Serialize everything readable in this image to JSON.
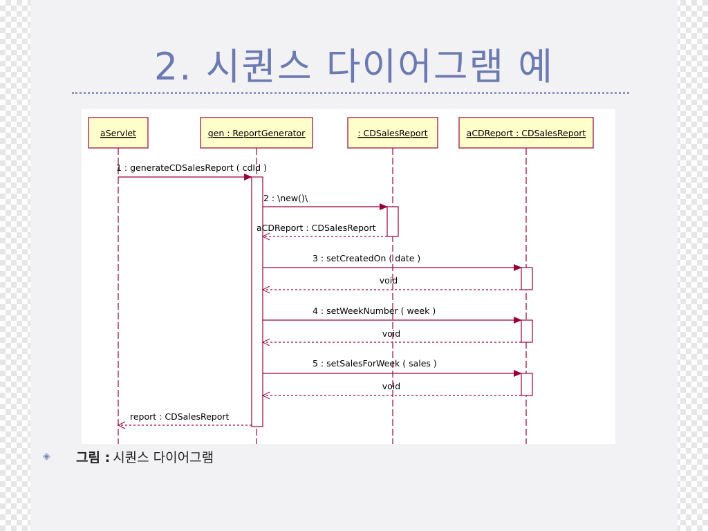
{
  "slide": {
    "title": "2. 시퀀스 다이어그램 예"
  },
  "diagram": {
    "type": "uml-sequence",
    "colors": {
      "object_fill": "#ffffcc",
      "line": "#99003a",
      "text": "#000000"
    },
    "objects": [
      {
        "id": "o1",
        "label": "aServlet"
      },
      {
        "id": "o2",
        "label": "gen : ReportGenerator"
      },
      {
        "id": "o3",
        "label": " : CDSalesReport"
      },
      {
        "id": "o4",
        "label": "aCDReport : CDSalesReport"
      }
    ],
    "messages": [
      {
        "label": "1 : generateCDSalesReport ( cdId )",
        "from": "o1",
        "to": "o2",
        "kind": "call"
      },
      {
        "label": "2 : \\new()\\",
        "from": "o2",
        "to": "o3",
        "kind": "call"
      },
      {
        "label": "aCDReport : CDSalesReport",
        "from": "o3",
        "to": "o2",
        "kind": "return"
      },
      {
        "label": "3 : setCreatedOn ( date )",
        "from": "o2",
        "to": "o4",
        "kind": "call"
      },
      {
        "label": "void",
        "from": "o4",
        "to": "o2",
        "kind": "return"
      },
      {
        "label": "4 : setWeekNumber ( week )",
        "from": "o2",
        "to": "o4",
        "kind": "call"
      },
      {
        "label": "void",
        "from": "o4",
        "to": "o2",
        "kind": "return"
      },
      {
        "label": "5 : setSalesForWeek ( sales )",
        "from": "o2",
        "to": "o4",
        "kind": "call"
      },
      {
        "label": "void",
        "from": "o4",
        "to": "o2",
        "kind": "return"
      },
      {
        "label": "report : CDSalesReport",
        "from": "o2",
        "to": "o1",
        "kind": "return"
      }
    ]
  },
  "caption": {
    "bullet_icon": "diamond-bullet-icon",
    "label": "그림 :",
    "text": "시퀀스 다이어그램"
  }
}
